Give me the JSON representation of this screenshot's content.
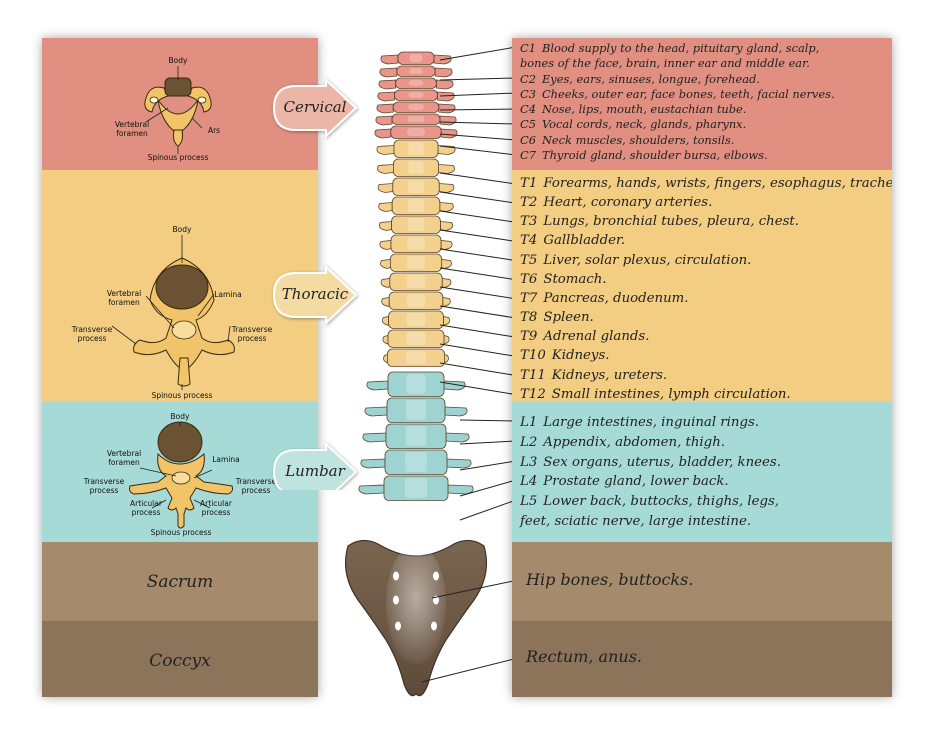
{
  "regions": {
    "cervical": "Cervical",
    "thoracic": "Thoracic",
    "lumbar": "Lumbar",
    "sacrum": "Sacrum",
    "coccyx": "Coccyx"
  },
  "vertebra_labels": {
    "cervical": {
      "body": "Body",
      "foramen_1": "Vertebral",
      "foramen_2": "foramen",
      "arc": "Ars",
      "spinous": "Spinous process"
    },
    "thoracic": {
      "body": "Body",
      "foramen_1": "Vertebral",
      "foramen_2": "foramen",
      "lamina": "Lamina",
      "transverse_1": "Transverse",
      "transverse_2": "process",
      "spinous": "Spinous process"
    },
    "lumbar": {
      "body": "Body",
      "foramen_1": "Vertebral",
      "foramen_2": "foramen",
      "lamina": "Lamina",
      "transverse_1": "Transverse",
      "transverse_2": "process",
      "articular_1": "Articular",
      "articular_2": "process",
      "spinous": "Spinous process"
    }
  },
  "cervical_list": [
    {
      "code": "C1",
      "text": "Blood supply to the head, pituitary gland, scalp,"
    },
    {
      "code": "",
      "text": "bones of the face, brain, inner ear and middle ear."
    },
    {
      "code": "C2",
      "text": "Eyes, ears, sinuses, longue, forehead."
    },
    {
      "code": "C3",
      "text": "Cheeks, outer ear, face bones, teeth, facial nerves."
    },
    {
      "code": "C4",
      "text": "Nose, lips, mouth, eustachian tube."
    },
    {
      "code": "C5",
      "text": "Vocal cords, neck, glands, pharynx."
    },
    {
      "code": "C6",
      "text": "Neck muscles, shoulders, tonsils."
    },
    {
      "code": "C7",
      "text": "Thyroid gland, shoulder bursa, elbows."
    }
  ],
  "thoracic_list": [
    {
      "code": "T1",
      "text": "Forearms, hands, wrists, fingers, esophagus, trachea."
    },
    {
      "code": "T2",
      "text": "Heart, coronary arteries."
    },
    {
      "code": "T3",
      "text": "Lungs, bronchial tubes, pleura, chest."
    },
    {
      "code": "T4",
      "text": "Gallbladder."
    },
    {
      "code": "T5",
      "text": "Liver, solar plexus, circulation."
    },
    {
      "code": "T6",
      "text": "Stomach."
    },
    {
      "code": "T7",
      "text": "Pancreas, duodenum."
    },
    {
      "code": "T8",
      "text": "Spleen."
    },
    {
      "code": "T9",
      "text": "Adrenal glands."
    },
    {
      "code": "T10",
      "text": "Kidneys."
    },
    {
      "code": "T11",
      "text": "Kidneys, ureters."
    },
    {
      "code": "T12",
      "text": "Small intestines, lymph circulation."
    }
  ],
  "lumbar_list": [
    {
      "code": "L1",
      "text": "Large intestines, inguinal rings."
    },
    {
      "code": "L2",
      "text": "Appendix, abdomen, thigh."
    },
    {
      "code": "L3",
      "text": "Sex organs, uterus, bladder, knees."
    },
    {
      "code": "L4",
      "text": "Prostate gland, lower back."
    },
    {
      "code": "L5",
      "text": "Lower back, buttocks, thighs, legs,"
    },
    {
      "code": "",
      "text": "feet, sciatic nerve, large intestine."
    }
  ],
  "sacrum_text": "Hip bones, buttocks.",
  "coccyx_text": "Rectum, anus.",
  "colors": {
    "cervical": "#e08f80",
    "thoracic": "#f2cd82",
    "lumbar": "#a6dad6",
    "sacrum": "#a58a6b",
    "coccyx": "#8c745a",
    "bone_cervical": "#e9958a",
    "bone_thoracic": "#f3d08c",
    "bone_lumbar": "#9dd3d0",
    "bone_sacrum": "#6d5a48"
  }
}
